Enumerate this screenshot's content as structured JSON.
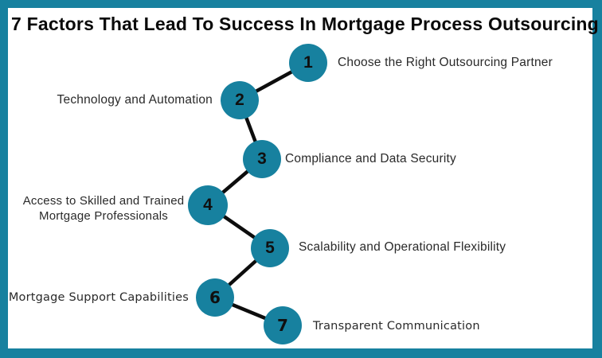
{
  "title": "7 Factors That Lead To Success In Mortgage Process Outsourcing",
  "colors": {
    "accent_teal": "#17819F",
    "connector_black": "#0D0D0D",
    "label_text": "#2A2A2A"
  },
  "factors": [
    {
      "num": "1",
      "label": "Choose the Right Outsourcing Partner",
      "side": "right"
    },
    {
      "num": "2",
      "label": "Technology and Automation",
      "side": "left"
    },
    {
      "num": "3",
      "label": "Compliance and Data Security",
      "side": "right"
    },
    {
      "num": "4",
      "label": "Access to Skilled and Trained\nMortgage Professionals",
      "side": "left"
    },
    {
      "num": "5",
      "label": "Scalability and Operational Flexibility",
      "side": "right"
    },
    {
      "num": "6",
      "label": "Mortgage Support Capabilities",
      "side": "left"
    },
    {
      "num": "7",
      "label": "Transparent Communication",
      "side": "right"
    }
  ]
}
